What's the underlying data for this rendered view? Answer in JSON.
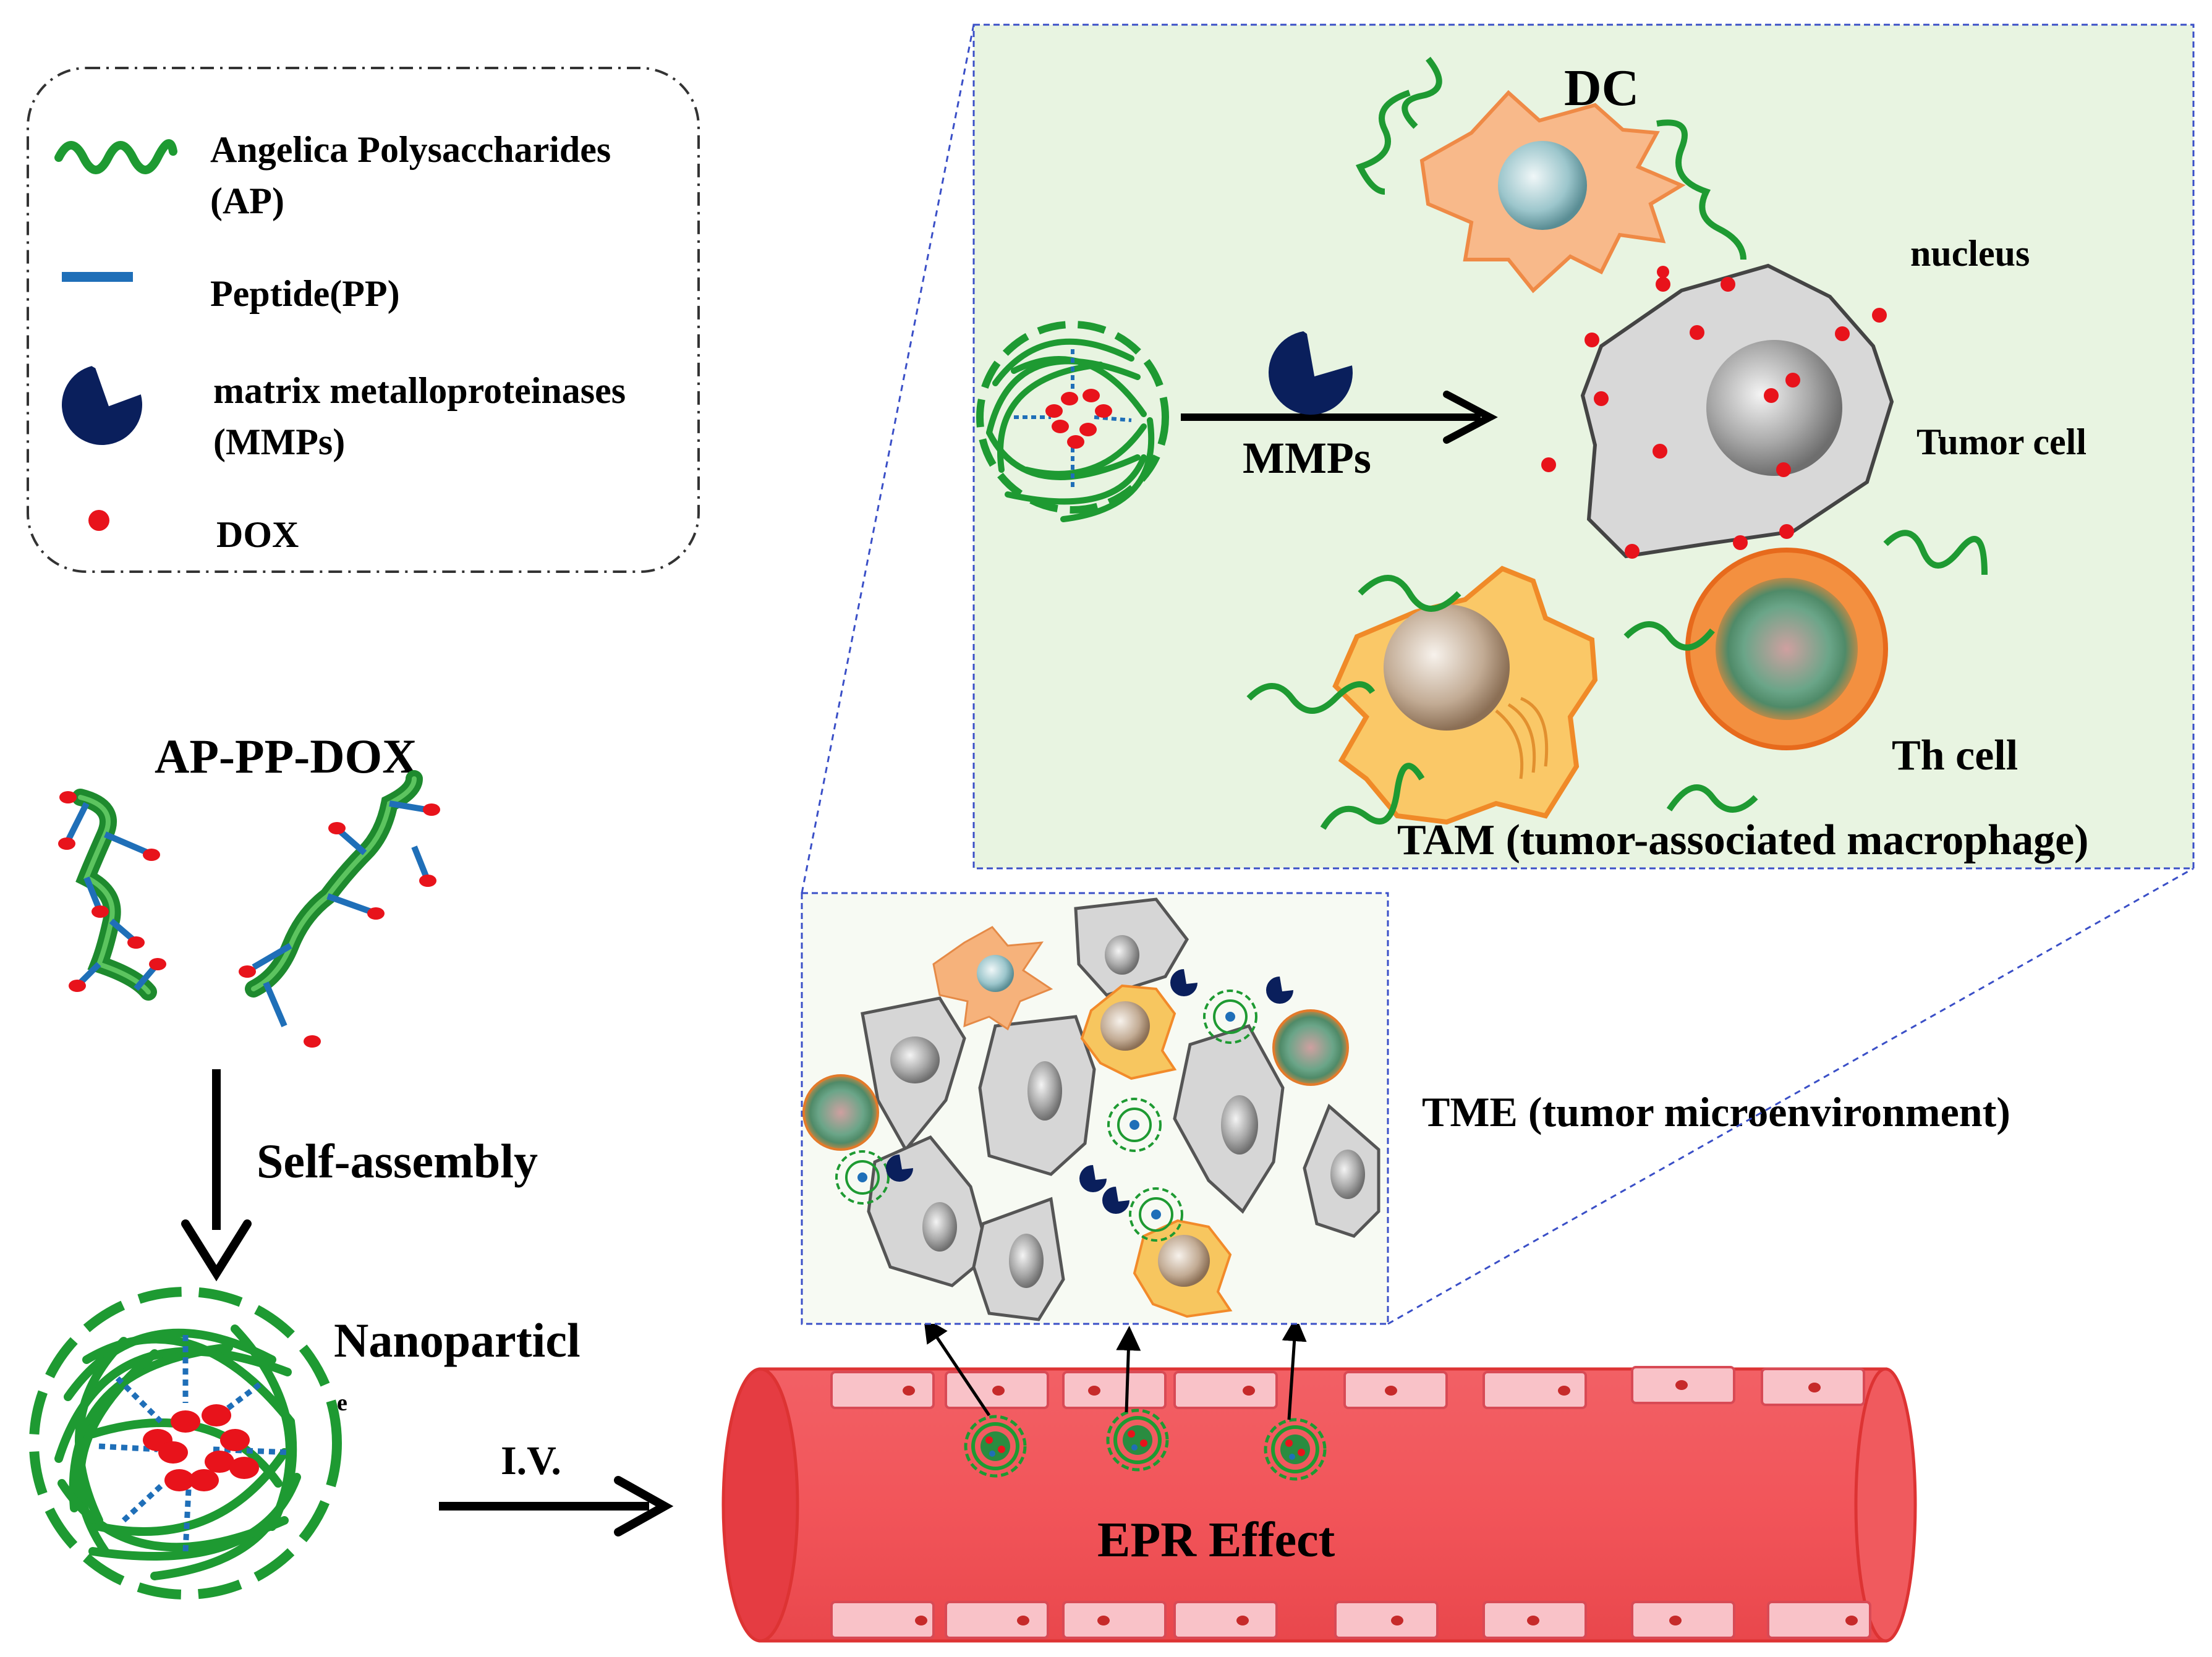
{
  "legend": {
    "items": [
      {
        "icon": "wavy-line-icon",
        "line1": "Angelica Polysaccharides",
        "line2": "(AP)"
      },
      {
        "icon": "blue-bar-icon",
        "line1": "Peptide(PP)",
        "line2": ""
      },
      {
        "icon": "pacman-enzyme-icon",
        "line1": "matrix metalloproteinases",
        "line2": "(MMPs)"
      },
      {
        "icon": "red-dot-icon",
        "line1": "DOX",
        "line2": ""
      }
    ]
  },
  "labels": {
    "conjugate": "AP-PP-DOX",
    "self_assembly": "Self-assembly",
    "nanoparticle_a": "Nanoparticl",
    "nanoparticle_b": "e",
    "iv": "I.V.",
    "epr": "EPR Effect",
    "tme": "TME (tumor microenvironment)",
    "dc": "DC",
    "nucleus": "nucleus",
    "tumor_cell": "Tumor cell",
    "mmps": "MMPs",
    "th_cell": "Th cell",
    "tam": "TAM (tumor-associated macrophage)"
  },
  "colors": {
    "polysaccharide_green": "#1e9a32",
    "peptide_blue": "#1f6fb8",
    "mmp_navy": "#0a1f5c",
    "dox_red": "#e8131b",
    "vessel_red": "#f2555a",
    "inset_bg": "#e8f4e1",
    "tme_bg": "#f7faf3",
    "frame_dash": "#3a4fc7"
  }
}
